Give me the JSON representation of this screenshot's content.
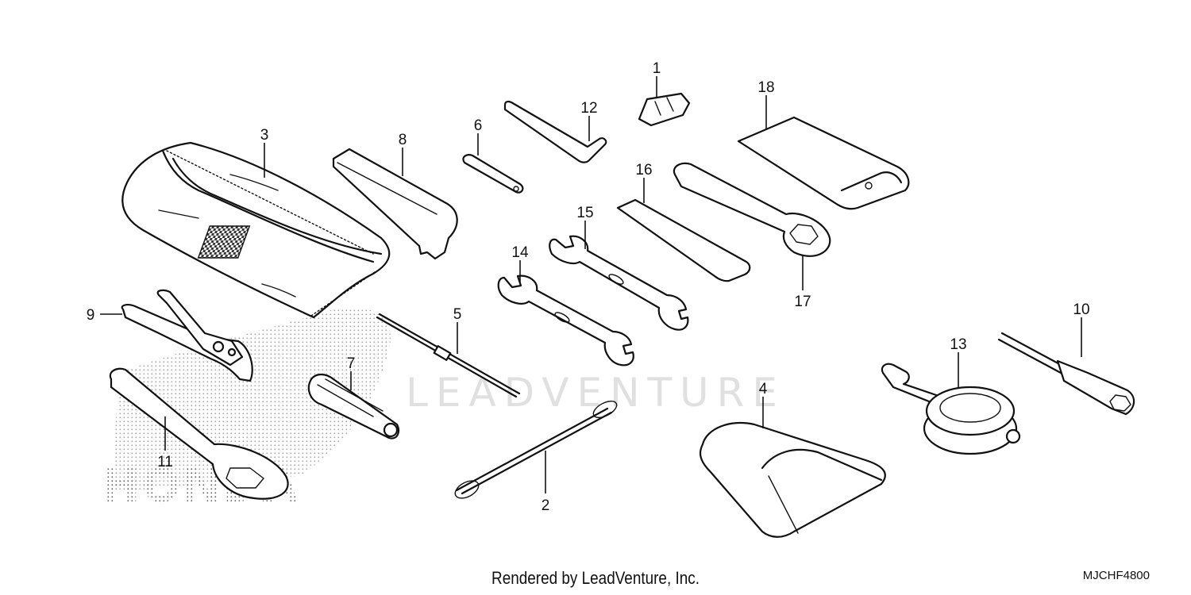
{
  "watermark": {
    "text": "LEADVENTURE",
    "brand_text": "HONDA"
  },
  "callouts": [
    "1",
    "2",
    "3",
    "4",
    "5",
    "6",
    "7",
    "8",
    "9",
    "10",
    "11",
    "12",
    "13",
    "14",
    "15",
    "16",
    "17",
    "18"
  ],
  "footer": {
    "rendered_by": "Rendered by LeadVenture, Inc.",
    "diagram_code": "MJCHF4800"
  }
}
